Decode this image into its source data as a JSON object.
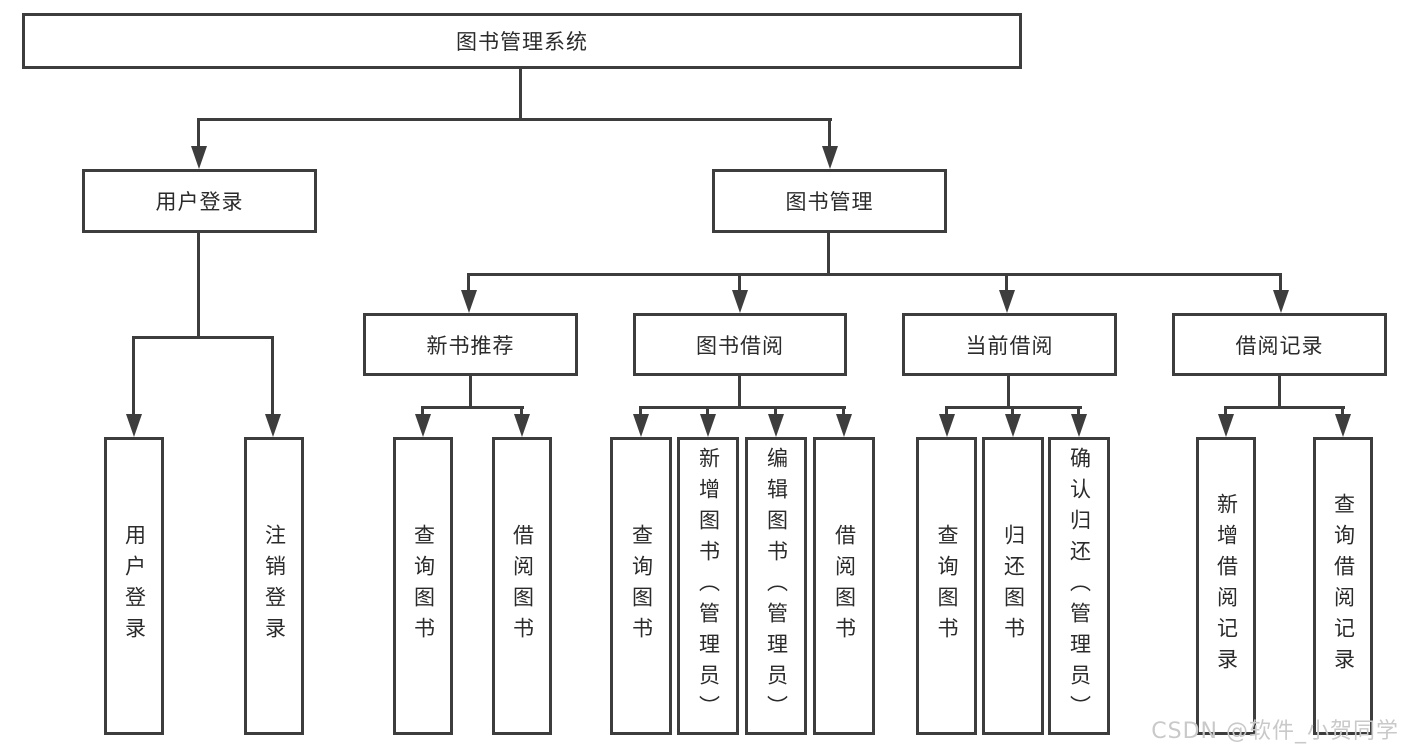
{
  "diagram": {
    "type": "hierarchy-tree",
    "root": {
      "label": "图书管理系统"
    },
    "level2": [
      {
        "label": "用户登录"
      },
      {
        "label": "图书管理"
      }
    ],
    "level3": [
      {
        "label": "新书推荐",
        "parent": "图书管理"
      },
      {
        "label": "图书借阅",
        "parent": "图书管理"
      },
      {
        "label": "当前借阅",
        "parent": "图书管理"
      },
      {
        "label": "借阅记录",
        "parent": "图书管理"
      }
    ],
    "leaves": [
      {
        "label": "用户登录",
        "parent": "用户登录"
      },
      {
        "label": "注销登录",
        "parent": "用户登录"
      },
      {
        "label": "查询图书",
        "parent": "新书推荐"
      },
      {
        "label": "借阅图书",
        "parent": "新书推荐"
      },
      {
        "label": "查询图书",
        "parent": "图书借阅"
      },
      {
        "label": "新增图书（管理员）",
        "parent": "图书借阅"
      },
      {
        "label": "编辑图书（管理员）",
        "parent": "图书借阅"
      },
      {
        "label": "借阅图书",
        "parent": "图书借阅"
      },
      {
        "label": "查询图书",
        "parent": "当前借阅"
      },
      {
        "label": "归还图书",
        "parent": "当前借阅"
      },
      {
        "label": "确认归还（管理员）",
        "parent": "当前借阅"
      },
      {
        "label": "新增借阅记录",
        "parent": "借阅记录"
      },
      {
        "label": "查询借阅记录",
        "parent": "借阅记录"
      }
    ],
    "colors": {
      "line": "#3d3d3d",
      "text": "#2b2b2b",
      "box_background": "#ffffff",
      "watermark": "#c9c9c9"
    },
    "watermark": "CSDN @软件_小贺同学"
  }
}
